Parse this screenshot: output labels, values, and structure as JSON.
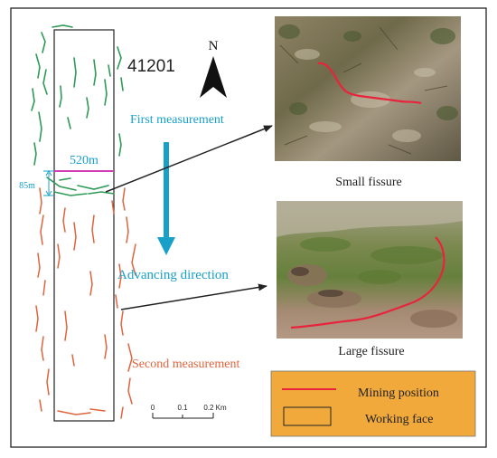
{
  "figure": {
    "panel_id": "41201",
    "north_label": "N",
    "width_label": "520m",
    "offset_label": "85m",
    "first_measurement": "First measurement",
    "advancing_direction": "Advancing direction",
    "second_measurement": "Second measurement",
    "photos": {
      "small": {
        "caption": "Small fissure"
      },
      "large": {
        "caption": "Large fissure"
      }
    },
    "scale_bar": {
      "ticks": [
        "0",
        "0.1",
        "0.2 Km"
      ]
    },
    "legend": {
      "items": [
        {
          "label": "Mining position",
          "symbol": "red-line"
        },
        {
          "label": "Working face",
          "symbol": "rectangle"
        }
      ]
    },
    "colors": {
      "fissure_green": "#2e9a57",
      "fissure_red": "#e0643c",
      "accent_cyan": "#19a0c8",
      "magenta": "#d23cb4",
      "legend_bg": "#f0a93a",
      "legend_line": "#e8243c"
    }
  }
}
